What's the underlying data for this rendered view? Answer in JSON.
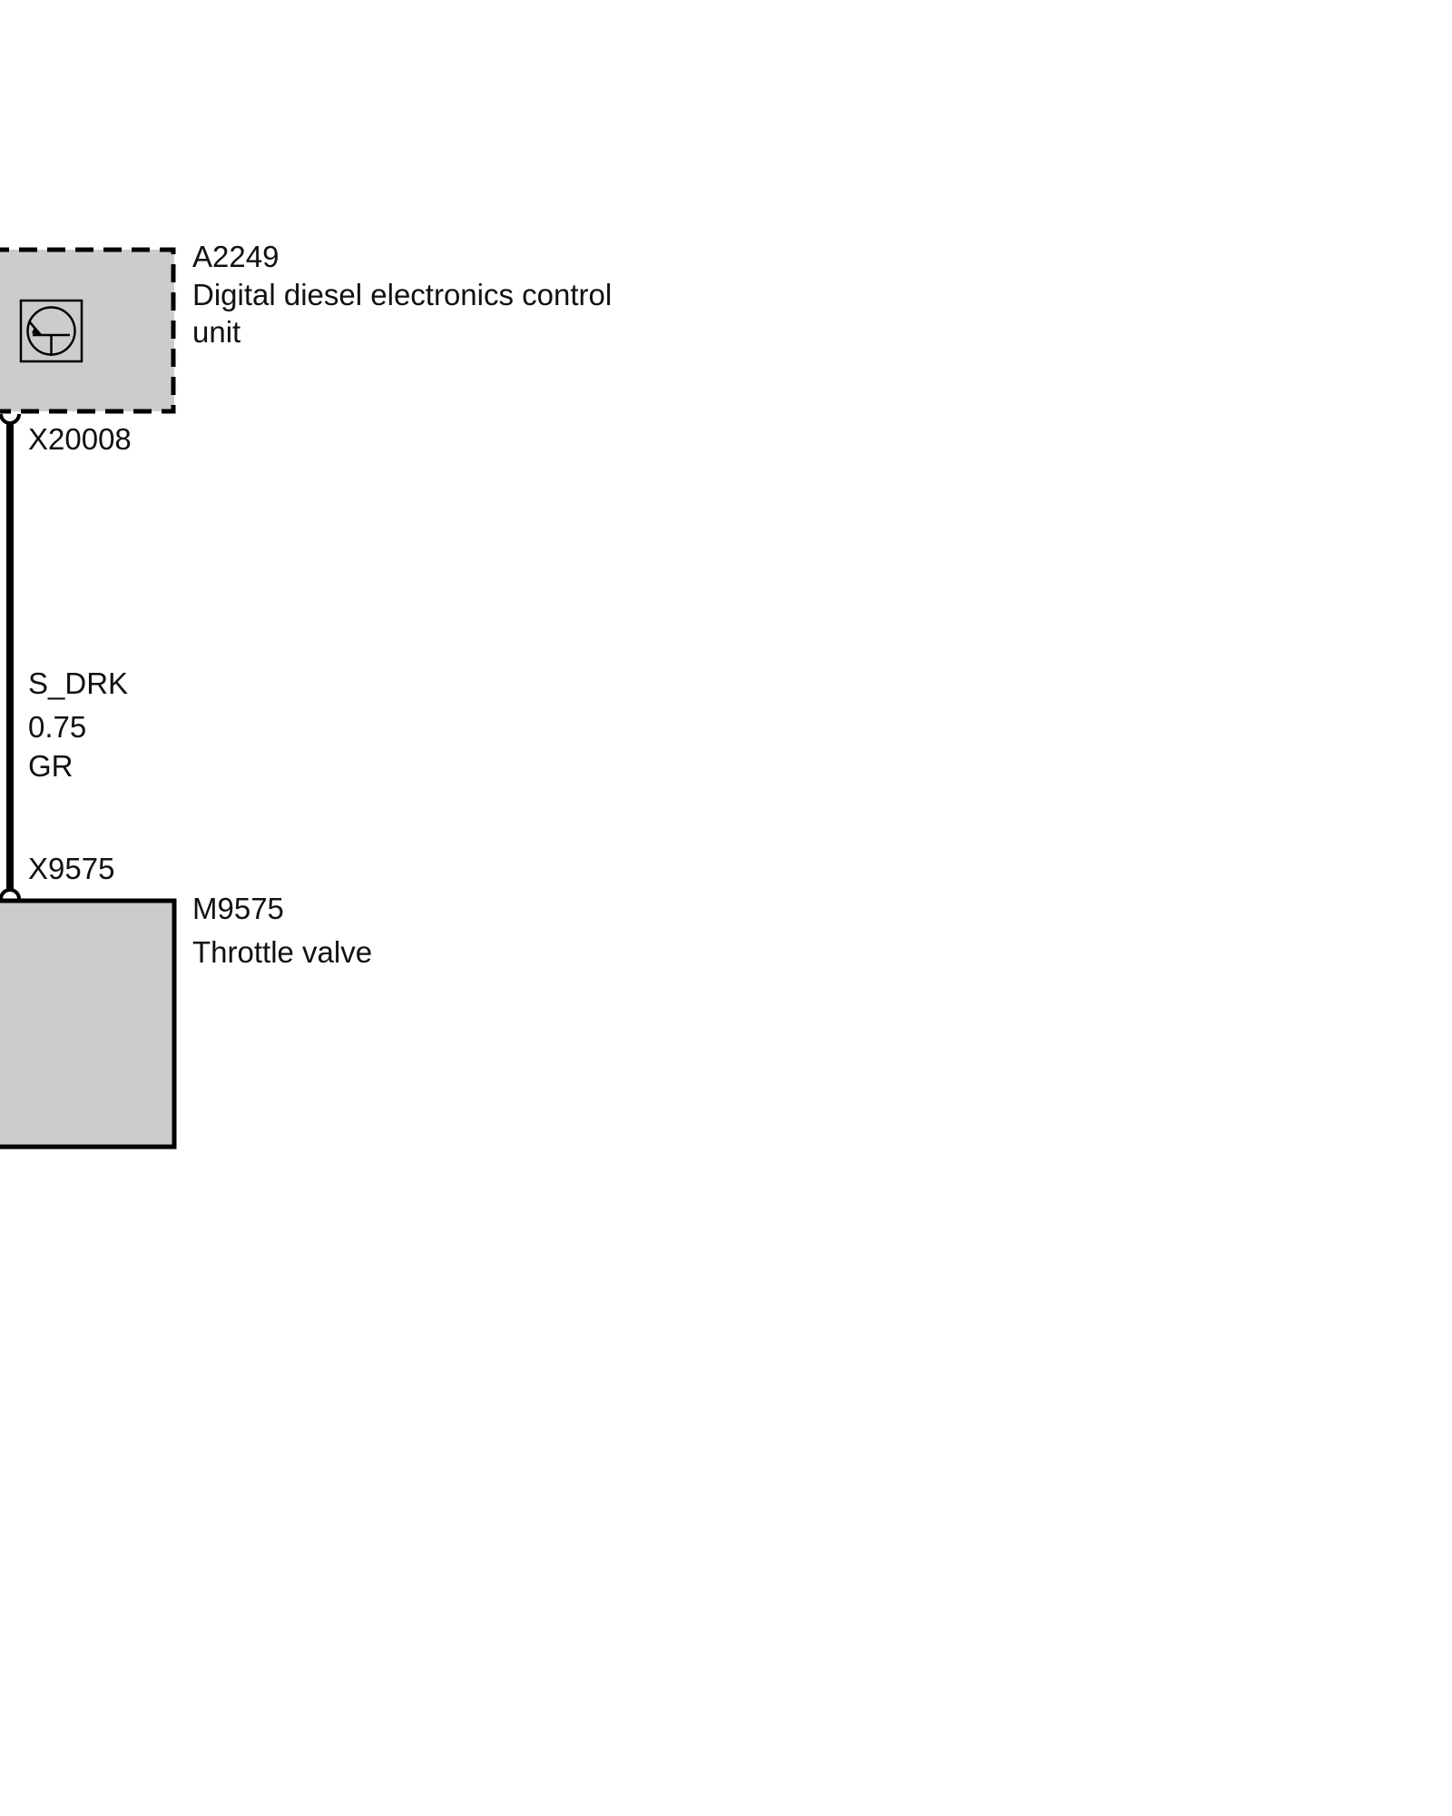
{
  "components": {
    "control_unit": {
      "id": "A2249",
      "name_line1": "Digital diesel electronics control",
      "name_line2": "unit",
      "connector": "X20008",
      "icon": "transistor-icon",
      "border": "dashed",
      "fill": "#cccccc"
    },
    "throttle": {
      "id": "M9575",
      "name": "Throttle valve",
      "connector": "X9575",
      "border": "solid",
      "fill": "#cccccc"
    }
  },
  "wire": {
    "signal": "S_DRK",
    "cross_section": "0.75",
    "color_code": "GR",
    "stroke": "#000000"
  }
}
